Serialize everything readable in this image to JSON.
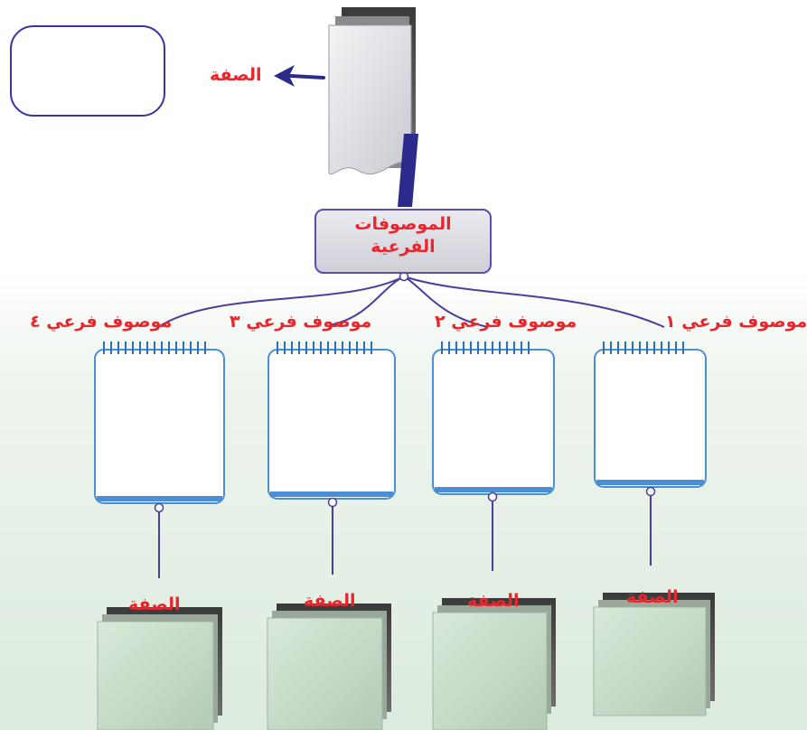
{
  "root_attribute_label": "الصفة",
  "center_node": {
    "line1": "الموصوفات",
    "line2": "الفرعية"
  },
  "sub_described": [
    {
      "label": "موصوف فرعي ١",
      "attribute_label": "الصفة"
    },
    {
      "label": "موصوف فرعي ٢",
      "attribute_label": "الصفة"
    },
    {
      "label": "موصوف فرعي ٣",
      "attribute_label": "الصفة"
    },
    {
      "label": "موصوف فرعي ٤",
      "attribute_label": "الصفة"
    }
  ],
  "colors": {
    "label_red": "#e8262c",
    "navy": "#2c2b8c",
    "notepad_blue": "#4a8fd6",
    "connector": "#4b3f9c",
    "stack_green": "#c7ddc9"
  }
}
